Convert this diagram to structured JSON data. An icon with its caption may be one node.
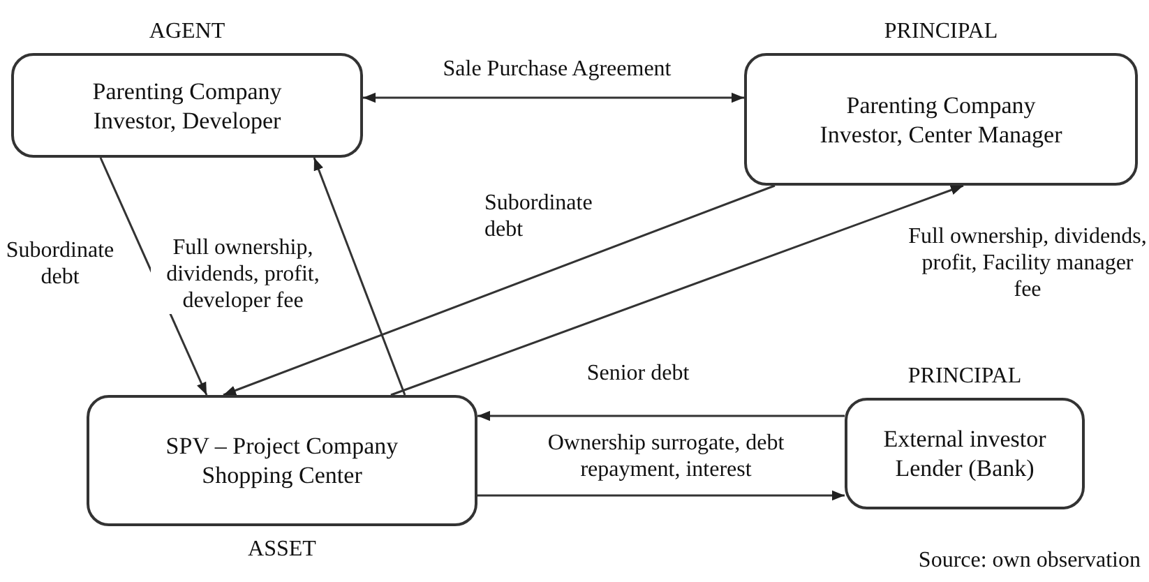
{
  "diagram": {
    "caption": "Source: own observation",
    "nodes": [
      {
        "text": [
          "AGENT",
          "Parenting Company Investor, Developer"
        ]
      },
      {
        "text": [
          "PRINCIPAL",
          "Parenting Company Investor, Center Manager"
        ]
      },
      {
        "text": [
          "SPV – Project Company Shopping Center",
          "ASSET"
        ]
      },
      {
        "text": [
          "PRINCIPAL",
          "External investor Lender (Bank)"
        ]
      }
    ],
    "edges": [
      {
        "from": 0,
        "to": 1,
        "arrow": "both",
        "label": "Sale Purchase Agreement"
      },
      {
        "from": 0,
        "to": 2,
        "arrow": "to",
        "label": "Subordinate debt"
      },
      {
        "from": 2,
        "to": 0,
        "arrow": "to",
        "label": "Full ownership, dividends, profit, developer fee"
      },
      {
        "from": 1,
        "to": 2,
        "arrow": "to",
        "label": "Subordinate debt"
      },
      {
        "from": 2,
        "to": 1,
        "arrow": "to",
        "label": "Full ownership, dividends, profit, Facility manager fee"
      },
      {
        "from": 3,
        "to": 2,
        "arrow": "to",
        "label": "Senior debt"
      },
      {
        "from": 2,
        "to": 3,
        "arrow": "to",
        "label": "Ownership surrogate, debt repayment, interest"
      }
    ]
  }
}
